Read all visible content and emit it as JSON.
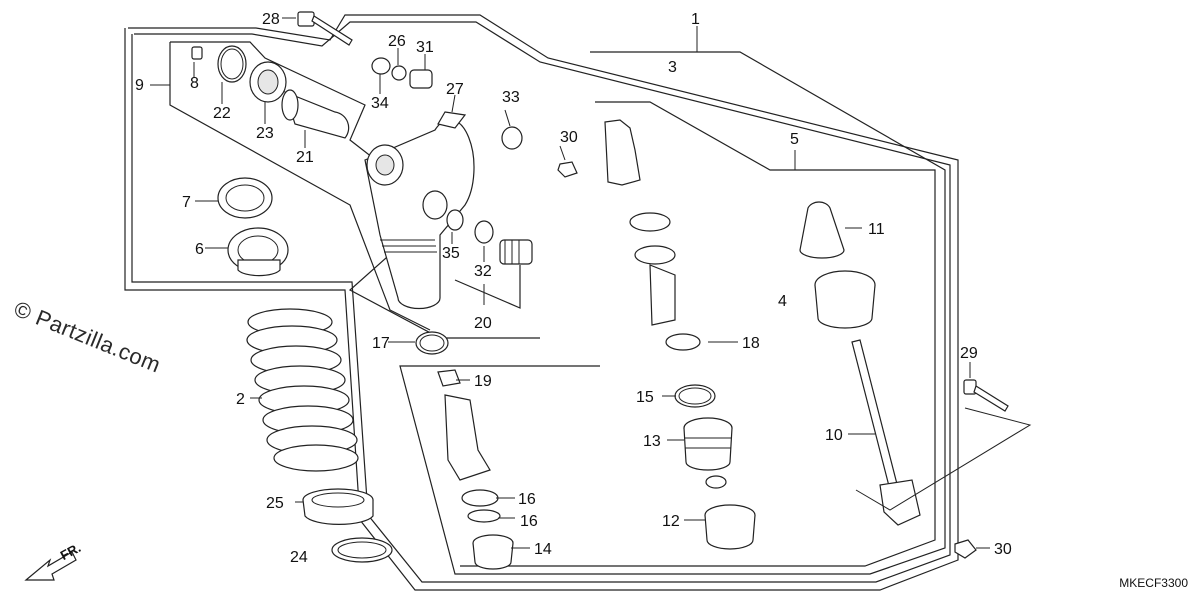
{
  "watermark": "© Partzilla.com",
  "diagram_code": "MKECF3300",
  "direction_label": "FR.",
  "callouts": {
    "c1": "1",
    "c2": "2",
    "c3": "3",
    "c4": "4",
    "c5": "5",
    "c6": "6",
    "c7": "7",
    "c8": "8",
    "c9": "9",
    "c10": "10",
    "c11": "11",
    "c12": "12",
    "c13": "13",
    "c14": "14",
    "c15": "15",
    "c16a": "16",
    "c16b": "16",
    "c17": "17",
    "c18": "18",
    "c19": "19",
    "c20": "20",
    "c21": "21",
    "c22": "22",
    "c23": "23",
    "c24": "24",
    "c25": "25",
    "c26": "26",
    "c27": "27",
    "c28": "28",
    "c29": "29",
    "c30a": "30",
    "c30b": "30",
    "c31": "31",
    "c32": "32",
    "c33": "33",
    "c34": "34",
    "c35": "35"
  }
}
